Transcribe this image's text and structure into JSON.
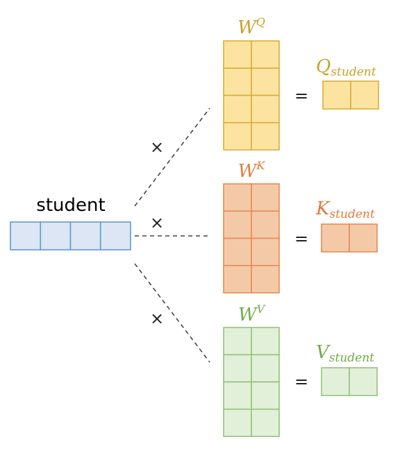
{
  "input": {
    "label": "student",
    "cols": 4,
    "fill": "#dce6f4",
    "stroke": "#5b9bd5",
    "label_color": "#2e75b6"
  },
  "operator": "×",
  "equals": "=",
  "branches": [
    {
      "key": "q",
      "weight_base": "W",
      "weight_sup": "Q",
      "weight_rows": 4,
      "weight_cols": 2,
      "result_base": "Q",
      "result_sub": "student",
      "result_cols": 2,
      "fill": "#fce4a0",
      "stroke": "#d9ad3a",
      "label_color": "#c9a227"
    },
    {
      "key": "k",
      "weight_base": "W",
      "weight_sup": "K",
      "weight_rows": 4,
      "weight_cols": 2,
      "result_base": "K",
      "result_sub": "student",
      "result_cols": 2,
      "fill": "#f4c9a8",
      "stroke": "#e38d55",
      "label_color": "#e07b3c"
    },
    {
      "key": "v",
      "weight_base": "W",
      "weight_sup": "V",
      "weight_rows": 4,
      "weight_cols": 2,
      "result_base": "V",
      "result_sub": "student",
      "result_cols": 2,
      "fill": "#e2efd9",
      "stroke": "#92c47a",
      "label_color": "#70ad47"
    }
  ]
}
